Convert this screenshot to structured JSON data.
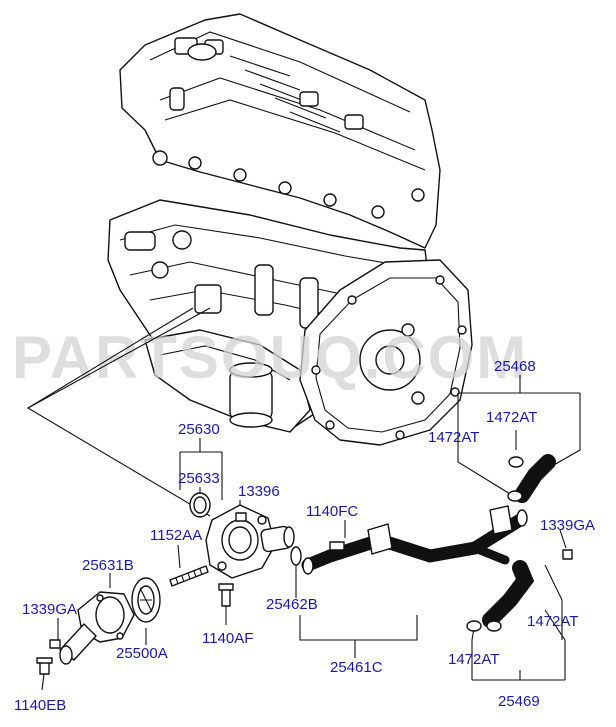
{
  "watermark": "PARTSOUQ.COM",
  "labels": {
    "p25630": "25630",
    "p25633": "25633",
    "p13396": "13396",
    "p1152aa": "1152AA",
    "p25631b": "25631B",
    "p1339ga_left": "1339GA",
    "p25500a": "25500A",
    "p1140af": "1140AF",
    "p1140eb": "1140EB",
    "p1140fc": "1140FC",
    "p25462b": "25462B",
    "p25461c": "25461C",
    "p25468": "25468",
    "p1472at_a": "1472AT",
    "p1472at_b": "1472AT",
    "p1339ga_right": "1339GA",
    "p1472at_c": "1472AT",
    "p1472at_d": "1472AT",
    "p25469": "25469"
  },
  "colors": {
    "label": "#1a1aa8",
    "line": "#111111",
    "watermark": "#d4d4d4"
  }
}
